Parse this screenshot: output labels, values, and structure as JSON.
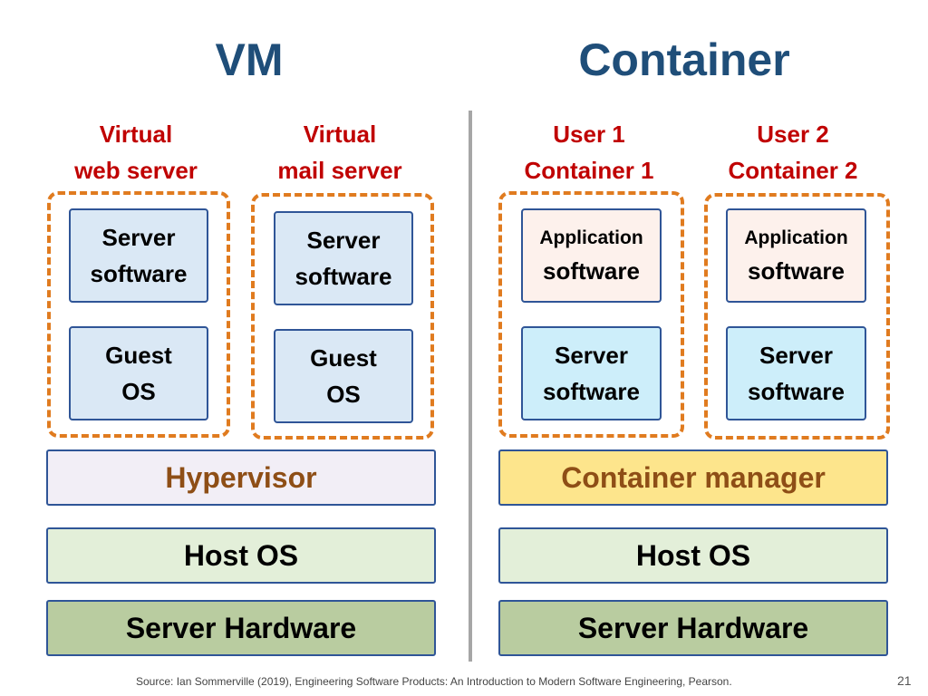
{
  "vm": {
    "title": "VM",
    "columns": [
      {
        "label_line1": "Virtual",
        "label_line2": "web server",
        "top_box": [
          "Server",
          "software"
        ],
        "bottom_box": [
          "Guest",
          "OS"
        ]
      },
      {
        "label_line1": "Virtual",
        "label_line2": "mail server",
        "top_box": [
          "Server",
          "software"
        ],
        "bottom_box": [
          "Guest",
          "OS"
        ]
      }
    ],
    "layers": {
      "hypervisor": "Hypervisor",
      "host_os": "Host OS",
      "hardware": "Server Hardware"
    }
  },
  "container": {
    "title": "Container",
    "columns": [
      {
        "label_line1": "User 1",
        "label_line2": "Container 1",
        "top_box": [
          "Application",
          "software"
        ],
        "bottom_box": [
          "Server",
          "software"
        ]
      },
      {
        "label_line1": "User 2",
        "label_line2": "Container 2",
        "top_box": [
          "Application",
          "software"
        ],
        "bottom_box": [
          "Server",
          "software"
        ]
      }
    ],
    "layers": {
      "manager": "Container manager",
      "host_os": "Host OS",
      "hardware": "Server Hardware"
    }
  },
  "footer": {
    "source": "Source: Ian Sommerville (2019), Engineering Software Products:  An Introduction to Modern Software Engineering, Pearson.",
    "page_number": "21"
  },
  "colors": {
    "title": "#1f4e79",
    "label": "#c00000",
    "dashed_border": "#e07b1f",
    "box_border": "#2f5597",
    "hypervisor_bg": "#f2eef6",
    "container_manager_bg": "#fde58c",
    "host_os_bg": "#e3efd9",
    "hardware_bg": "#b9cca0"
  }
}
